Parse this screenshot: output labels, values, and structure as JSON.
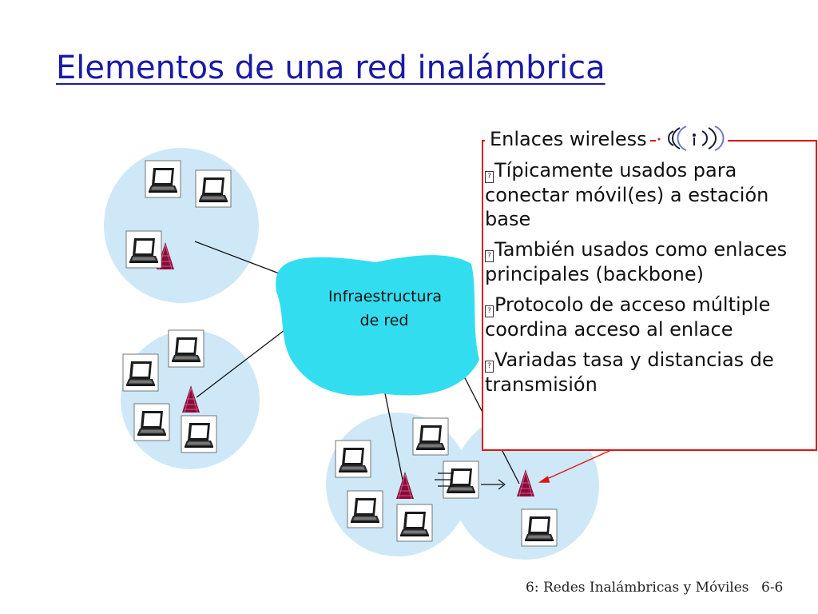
{
  "slide": {
    "title": "Elementos de una red inalámbrica",
    "footer_left": "6: Redes Inalámbricas y Móviles",
    "footer_right": "6-6"
  },
  "network": {
    "cloud_label_line1": "Infraestructura",
    "cloud_label_line2": "de red"
  },
  "callout": {
    "heading": "Enlaces wireless",
    "bullets": [
      "Típicamente usados para conectar móvil(es) a estación base",
      "También usados como enlaces principales (backbone)",
      "Protocolo de acceso múltiple coordina acceso al enlace",
      "Variadas tasa y distancias de transmisión"
    ]
  },
  "colors": {
    "title": "#1a1aa6",
    "cell": "#cfe8f7",
    "cloud": "#33ddf0",
    "base_station": "#8b0a3a",
    "callout_border": "#e01414"
  },
  "icons": {
    "laptop": "laptop-icon",
    "base_station": "base-station-icon",
    "wireless": "wireless-signal-icon"
  }
}
